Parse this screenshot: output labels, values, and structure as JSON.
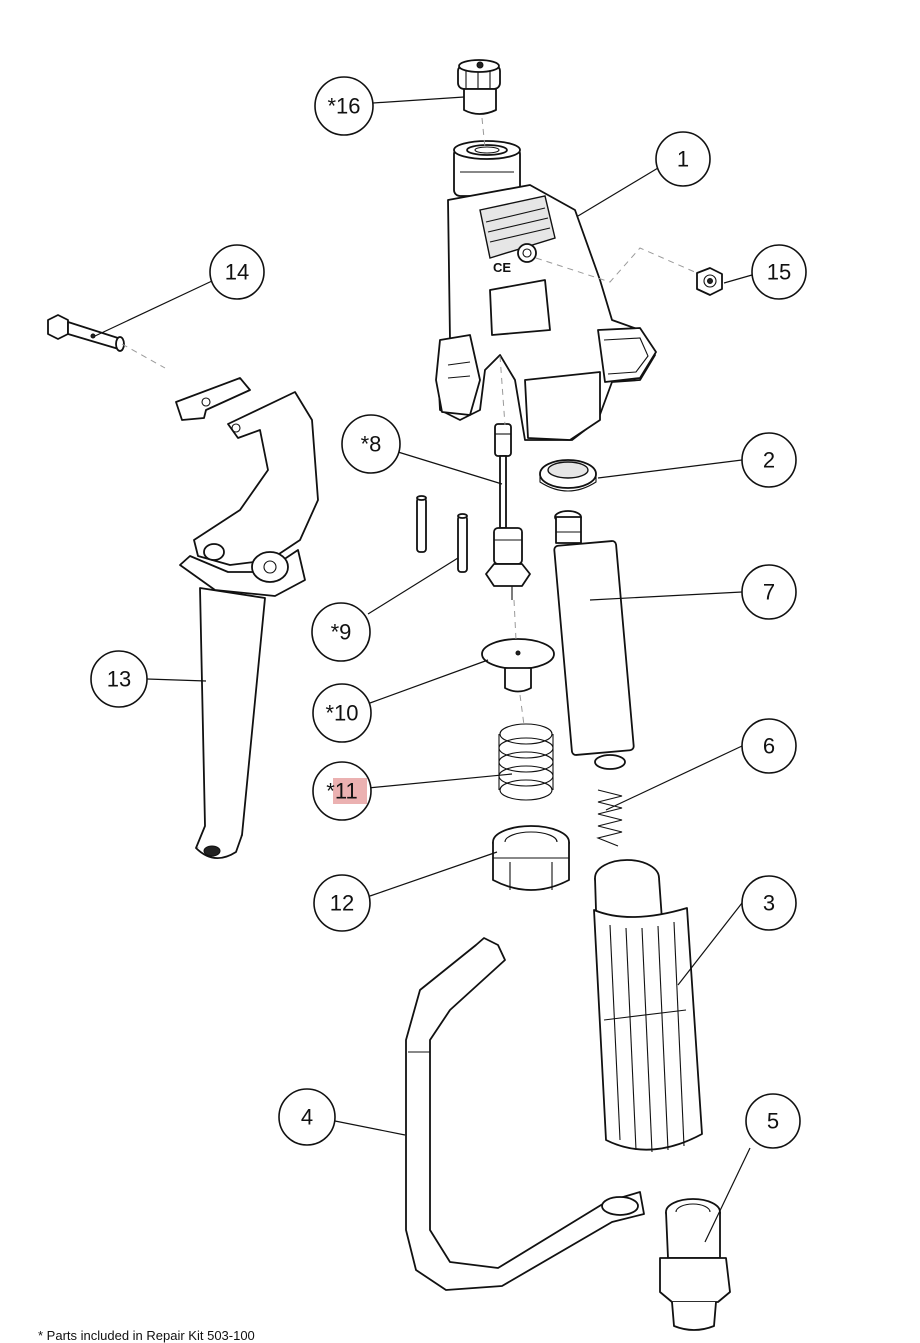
{
  "callouts": [
    {
      "label": "1"
    },
    {
      "label": "2"
    },
    {
      "label": "3"
    },
    {
      "label": "4"
    },
    {
      "label": "5"
    },
    {
      "label": "6"
    },
    {
      "label": "7"
    },
    {
      "label": "*8"
    },
    {
      "label": "*9"
    },
    {
      "label": "*10"
    },
    {
      "label": "*11"
    },
    {
      "label": "12"
    },
    {
      "label": "13"
    },
    {
      "label": "14"
    },
    {
      "label": "15"
    },
    {
      "label": "*16"
    }
  ],
  "ce_mark": "CE",
  "footnote": "* Parts included in Repair Kit 503-100",
  "colors": {
    "line": "#111111",
    "highlight": "#e8a3a3"
  }
}
